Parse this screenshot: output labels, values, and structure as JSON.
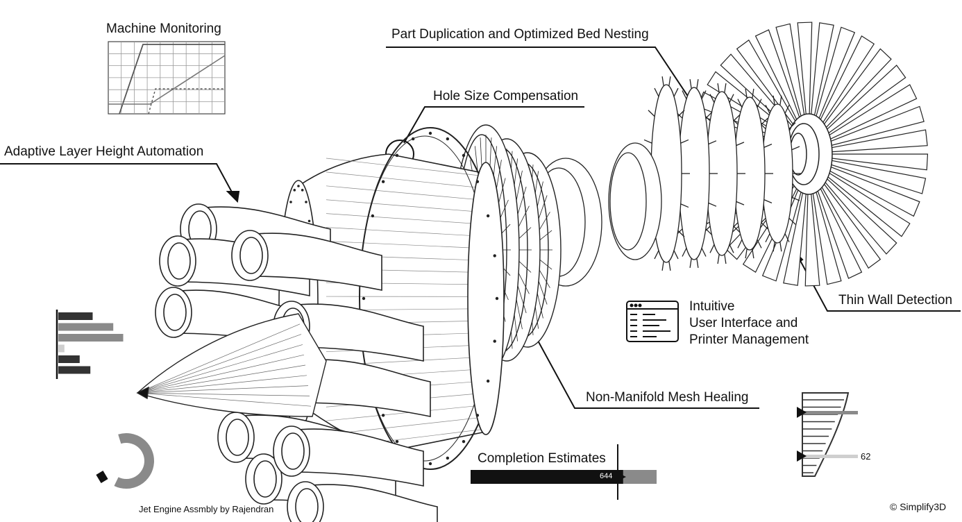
{
  "labels": {
    "machine_monitoring": "Machine Monitoring",
    "part_duplication": "Part Duplication and Optimized Bed Nesting",
    "hole_size": "Hole Size Compensation",
    "adaptive_layer": "Adaptive Layer Height Automation",
    "intuitive_line1": "Intuitive",
    "intuitive_line2": "User Interface and",
    "intuitive_line3": "Printer Management",
    "thin_wall": "Thin Wall Detection",
    "non_manifold": "Non-Manifold Mesh Healing",
    "completion": "Completion Estimates",
    "completion_value": "644",
    "gauge_value": "62",
    "credit": "Jet Engine Assmbly by Rajendran",
    "copyright": "© Simplify3D"
  },
  "widgets": {
    "completion_bar": {
      "value": 644,
      "fill_fraction": 0.82
    },
    "hbar_values": [
      0.45,
      0.72,
      0.85,
      0.08,
      0.28,
      0.42
    ],
    "donut_fraction": 0.62,
    "gauge_bars": [
      0.78,
      0.62
    ]
  },
  "colors": {
    "ink": "#111111",
    "grey": "#888888",
    "light": "#cfcfcf"
  }
}
